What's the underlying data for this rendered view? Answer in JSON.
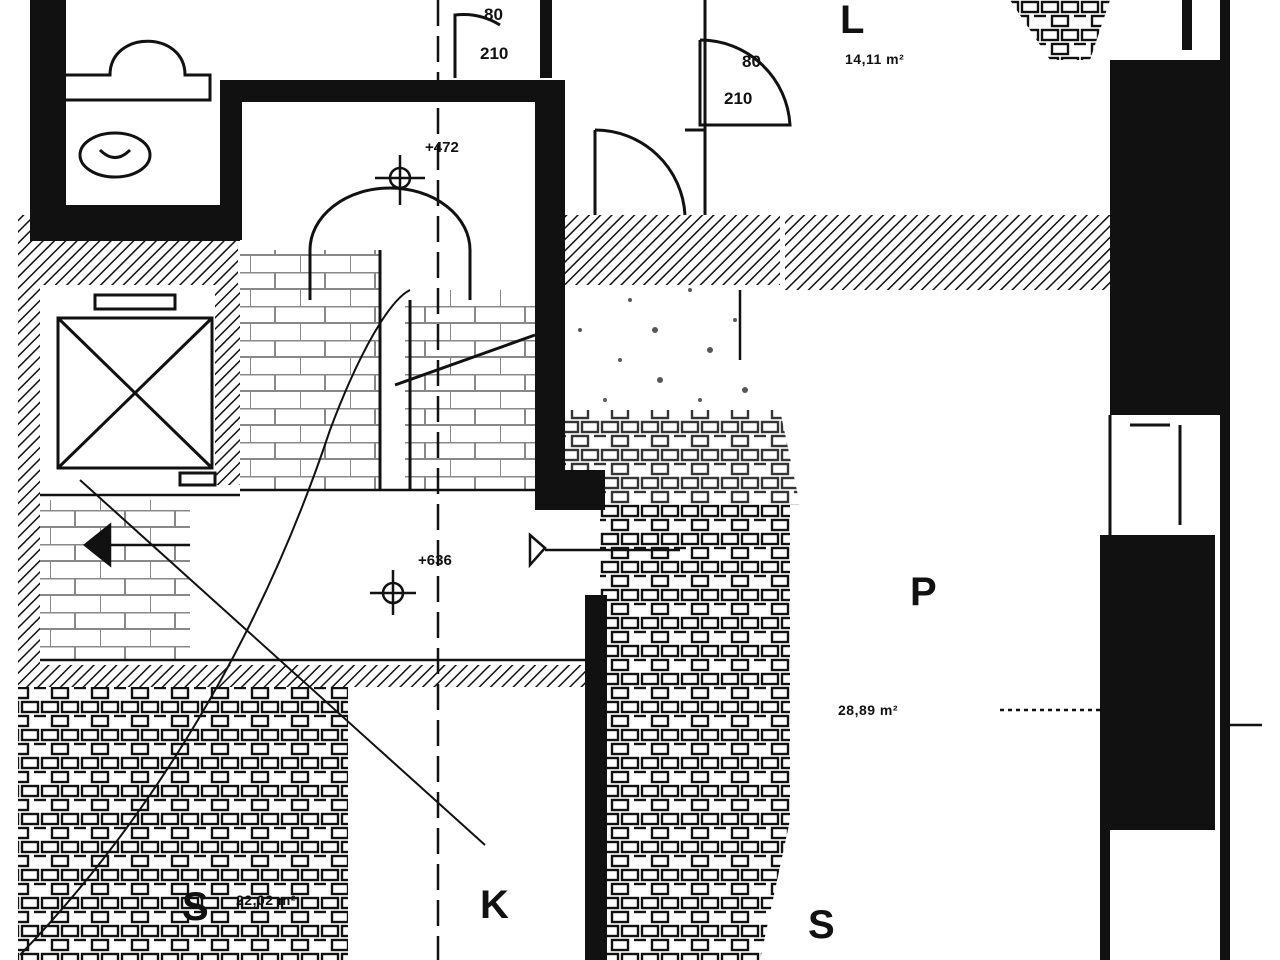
{
  "plan": {
    "rooms": [
      {
        "letter": "L",
        "area": "14,11 m²"
      },
      {
        "letter": "P",
        "area": "28,89 m²"
      },
      {
        "letter": "S",
        "area": "22,02 m²"
      },
      {
        "letter": "K"
      },
      {
        "letter": "S"
      }
    ],
    "doors": [
      {
        "width": "80",
        "height": "210"
      },
      {
        "width": "80",
        "height": "210"
      }
    ],
    "levels": [
      "+472",
      "+636"
    ],
    "colors": {
      "ink": "#111111",
      "paper": "#ffffff"
    }
  }
}
